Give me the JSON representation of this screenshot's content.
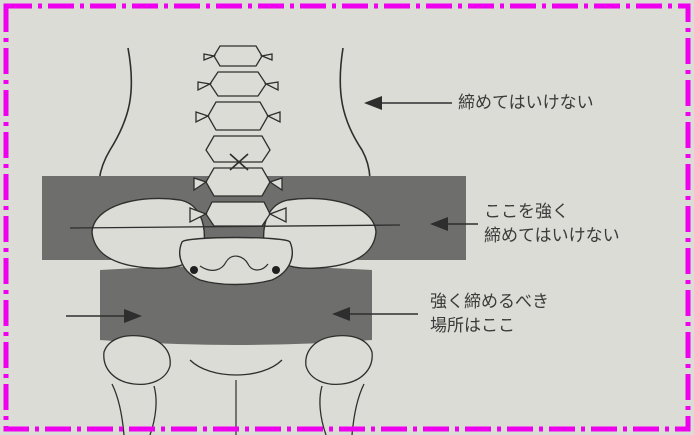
{
  "annotations": {
    "upper_waist": "締めてはいけない",
    "middle_line1": "ここを強く",
    "middle_line2": "締めてはいけない",
    "lower_line1": "強く締めるべき",
    "lower_line2": "場所はここ"
  },
  "colors": {
    "frame": "#ee00ee",
    "paper": "#dcdcd6",
    "band": "#6e6e6c",
    "ink": "#2e2e2e",
    "text": "#3a3a3a"
  }
}
